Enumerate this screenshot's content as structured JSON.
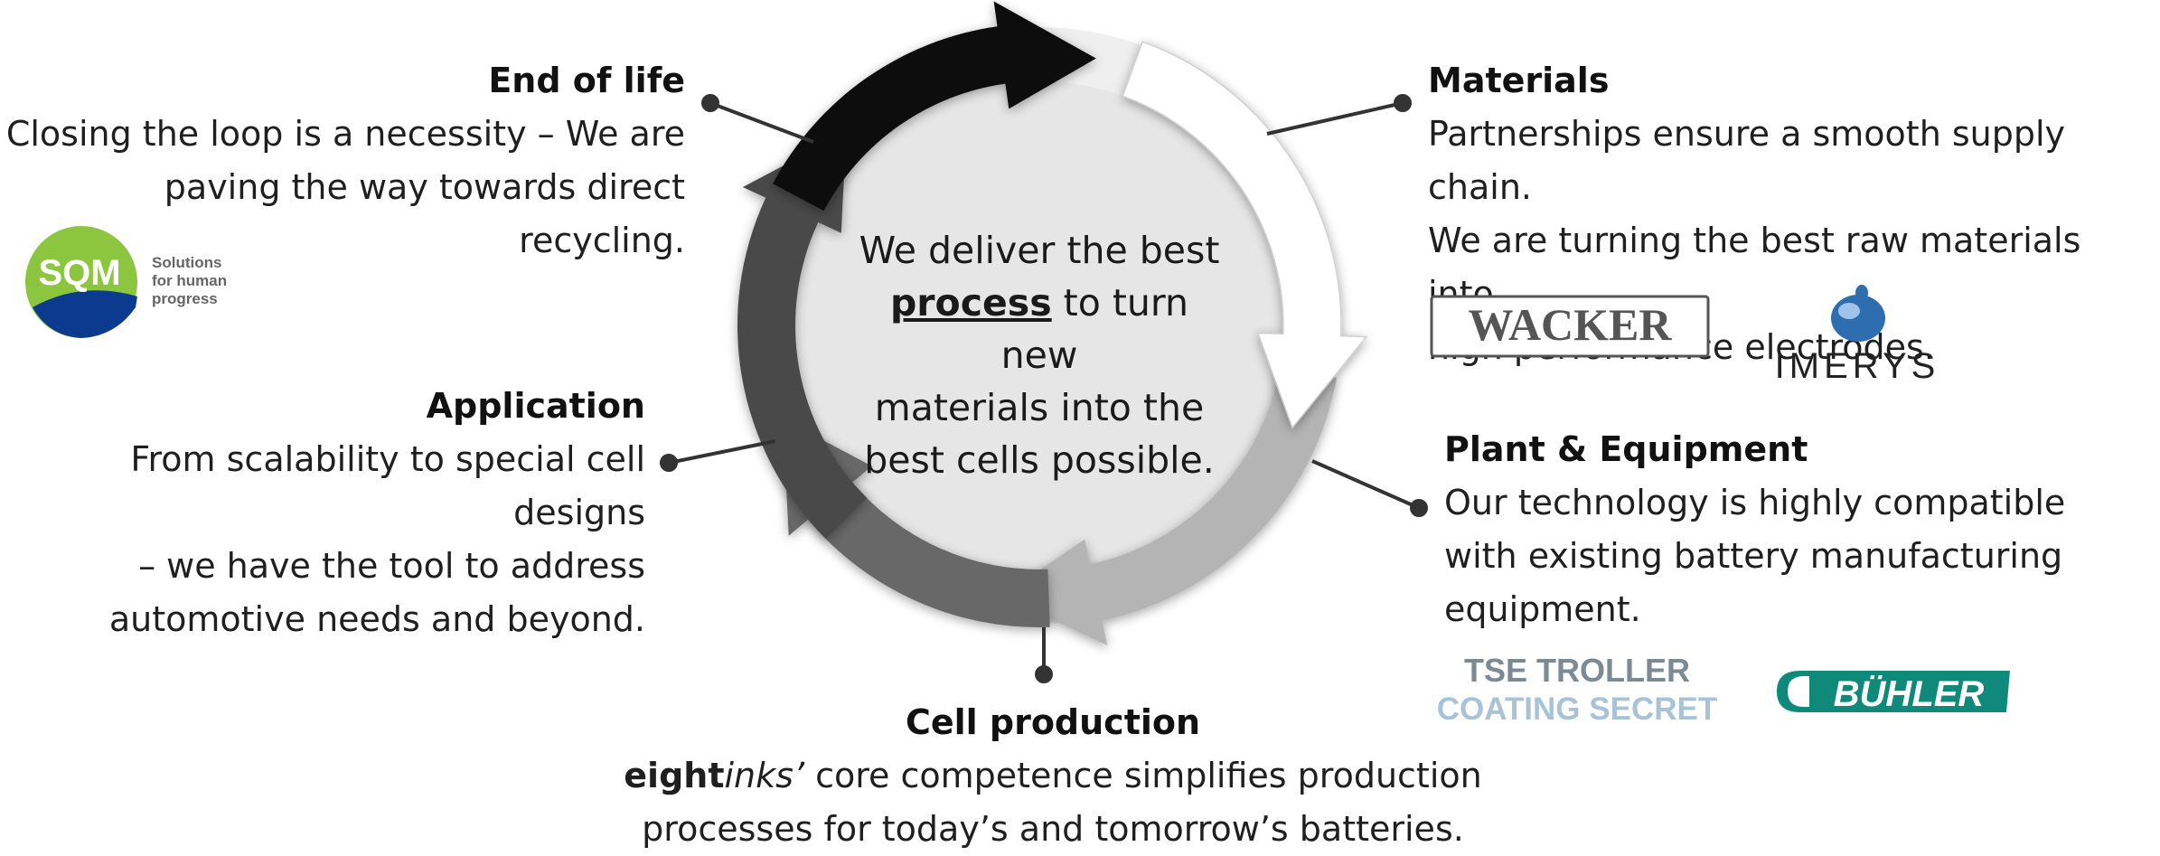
{
  "center": {
    "line1": "We deliver the best",
    "emphasis": "process",
    "line2_rest": " to turn new",
    "line3": "materials into the",
    "line4": "best cells possible."
  },
  "stages": {
    "end_of_life": {
      "title": "End of life",
      "lines": [
        "Closing the loop is a necessity – We are",
        "paving the way towards direct recycling."
      ]
    },
    "materials": {
      "title": "Materials",
      "lines": [
        "Partnerships ensure a smooth supply chain.",
        "We are turning the best raw materials into",
        "high performance electrodes."
      ]
    },
    "plant_equipment": {
      "title": "Plant & Equipment",
      "lines": [
        "Our technology is highly compatible",
        "with existing battery manufacturing",
        "equipment."
      ]
    },
    "cell_production": {
      "title": "Cell production",
      "brand_bold": "eight",
      "brand_italic": "inks’",
      "line1_rest": " core competence simplifies production",
      "line2": "processes for today’s and tomorrow’s batteries."
    },
    "application": {
      "title": "Application",
      "lines": [
        "From scalability to special cell designs",
        "– we have the tool to address",
        "automotive needs and beyond."
      ]
    }
  },
  "logos": {
    "sqm": {
      "mark": "SQM",
      "tagline": [
        "Solutions",
        "for human",
        "progress"
      ]
    },
    "wacker": {
      "text": "WACKER"
    },
    "imerys": {
      "text": "IMERYS"
    },
    "troller": {
      "line1": "TSE TROLLER",
      "line2": "COATING SECRET"
    },
    "buhler": {
      "text": "BÜHLER"
    }
  },
  "colors": {
    "arrow_black": "#0d0d0d",
    "arrow_white": "#ffffff",
    "arrow_light_gray": "#b4b4b4",
    "arrow_mid_gray": "#686868",
    "arrow_dark_gray": "#4a4a4a",
    "inner_disc": "#e6e6e6",
    "sqm_green": "#8cc63e",
    "sqm_blue": "#0b3a8f",
    "imerys_blue": "#2e6db0",
    "troller_blue": "#a9c3d6",
    "buhler_teal": "#0f8a7a"
  }
}
